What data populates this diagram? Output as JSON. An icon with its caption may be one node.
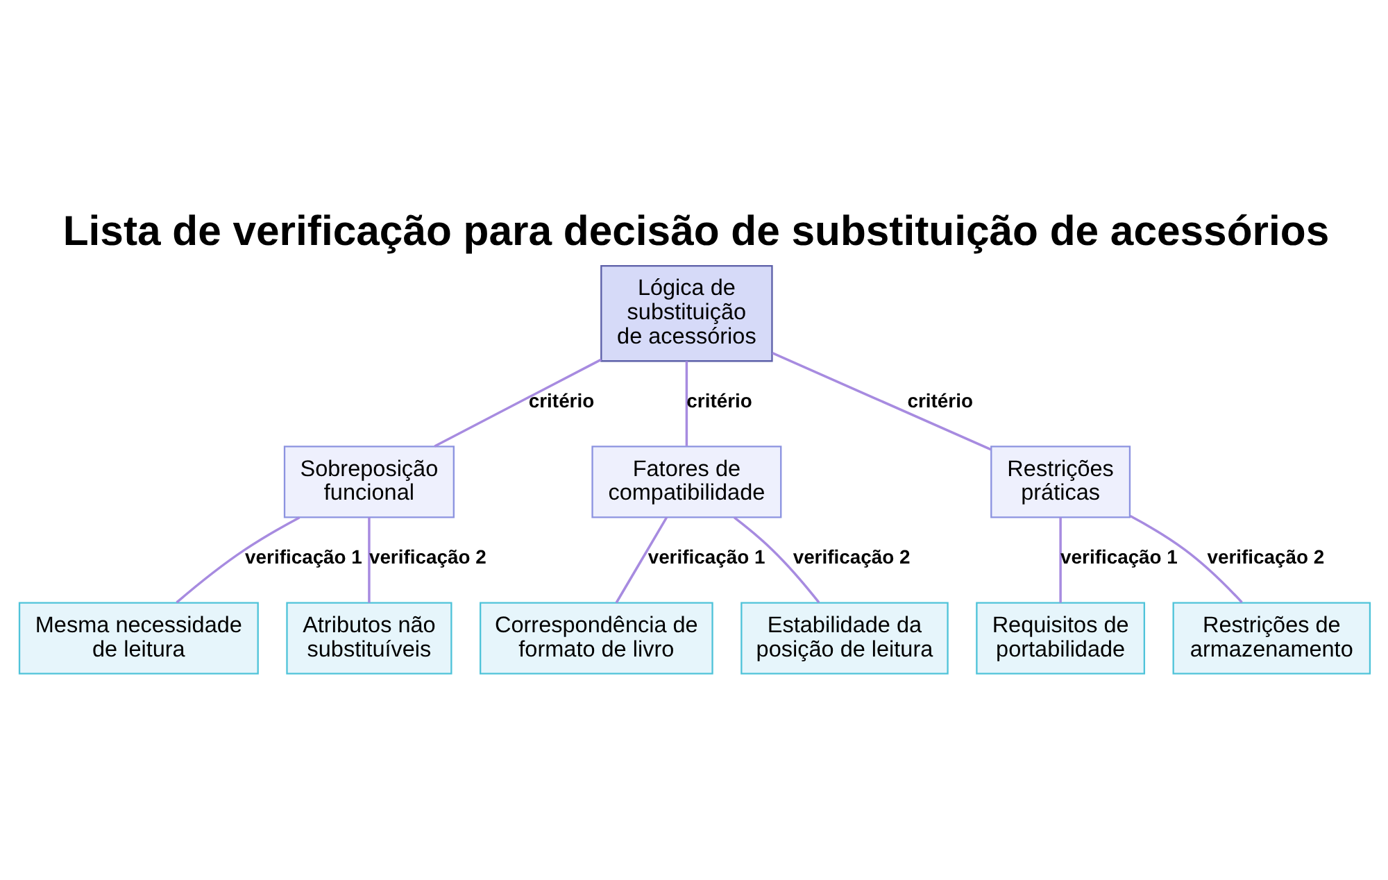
{
  "diagram": {
    "title": "Lista de verificação para decisão de substituição de acessórios",
    "nodes": [
      {
        "text": [
          "Lógica de substituição de acessórios"
        ]
      },
      {
        "text": [
          "Sobreposição funcional"
        ]
      },
      {
        "text": [
          "Fatores de compatibilidade"
        ]
      },
      {
        "text": [
          "Restrições práticas"
        ]
      },
      {
        "text": [
          "Mesma necessidade de leitura"
        ]
      },
      {
        "text": [
          "Atributos não substituíveis"
        ]
      },
      {
        "text": [
          "Correspondência de formato de livro"
        ]
      },
      {
        "text": [
          "Estabilidade da posição de leitura"
        ]
      },
      {
        "text": [
          "Requisitos de portabilidade"
        ]
      },
      {
        "text": [
          "Restrições de armazenamento"
        ]
      }
    ],
    "edges": [
      {
        "from": 0,
        "to": 1,
        "arrow": "none",
        "label": "critério"
      },
      {
        "from": 0,
        "to": 2,
        "arrow": "none",
        "label": "critério"
      },
      {
        "from": 0,
        "to": 3,
        "arrow": "none",
        "label": "critério"
      },
      {
        "from": 1,
        "to": 4,
        "arrow": "none",
        "label": "verificação 1"
      },
      {
        "from": 1,
        "to": 5,
        "arrow": "none",
        "label": "verificação 2"
      },
      {
        "from": 2,
        "to": 6,
        "arrow": "none",
        "label": "verificação 1"
      },
      {
        "from": 2,
        "to": 7,
        "arrow": "none",
        "label": "verificação 2"
      },
      {
        "from": 3,
        "to": 8,
        "arrow": "none",
        "label": "verificação 1"
      },
      {
        "from": 3,
        "to": 9,
        "arrow": "none",
        "label": "verificação 2"
      }
    ]
  }
}
